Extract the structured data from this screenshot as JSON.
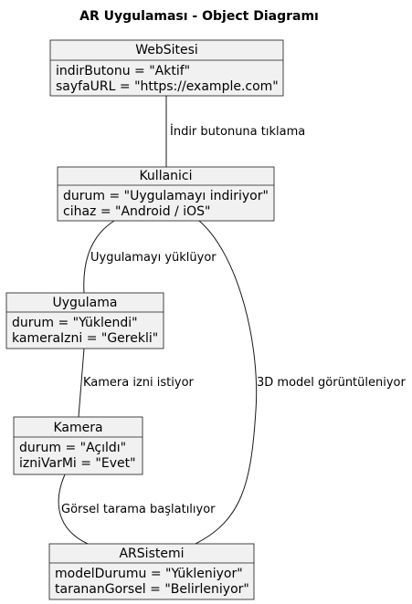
{
  "title": "AR Uygulaması - Object Diagramı",
  "objects": {
    "websitesi": {
      "name": "WebSitesi",
      "attributes": [
        "indirButonu = \"Aktif\"",
        "sayfaURL = \"https://example.com\""
      ]
    },
    "kullanici": {
      "name": "Kullanici",
      "attributes": [
        "durum = \"Uygulamayı indiriyor\"",
        "cihaz = \"Android / iOS\""
      ]
    },
    "uygulama": {
      "name": "Uygulama",
      "attributes": [
        "durum = \"Yüklendi\"",
        "kameraIzni = \"Gerekli\""
      ]
    },
    "kamera": {
      "name": "Kamera",
      "attributes": [
        "durum = \"Açıldı\"",
        "izniVarMi = \"Evet\""
      ]
    },
    "arsistemi": {
      "name": "ARSistemi",
      "attributes": [
        "modelDurumu = \"Yükleniyor\"",
        "tarananGorsel = \"Belirleniyor\""
      ]
    }
  },
  "links": {
    "websitesi_kullanici": "İndir butonuna tıklama",
    "kullanici_uygulama": "Uygulamayı yüklüyor",
    "uygulama_kamera": "Kamera izni istiyor",
    "kamera_arsistemi": "Görsel tarama başlatılıyor",
    "kullanici_arsistemi": "3D model görüntüleniyor"
  }
}
